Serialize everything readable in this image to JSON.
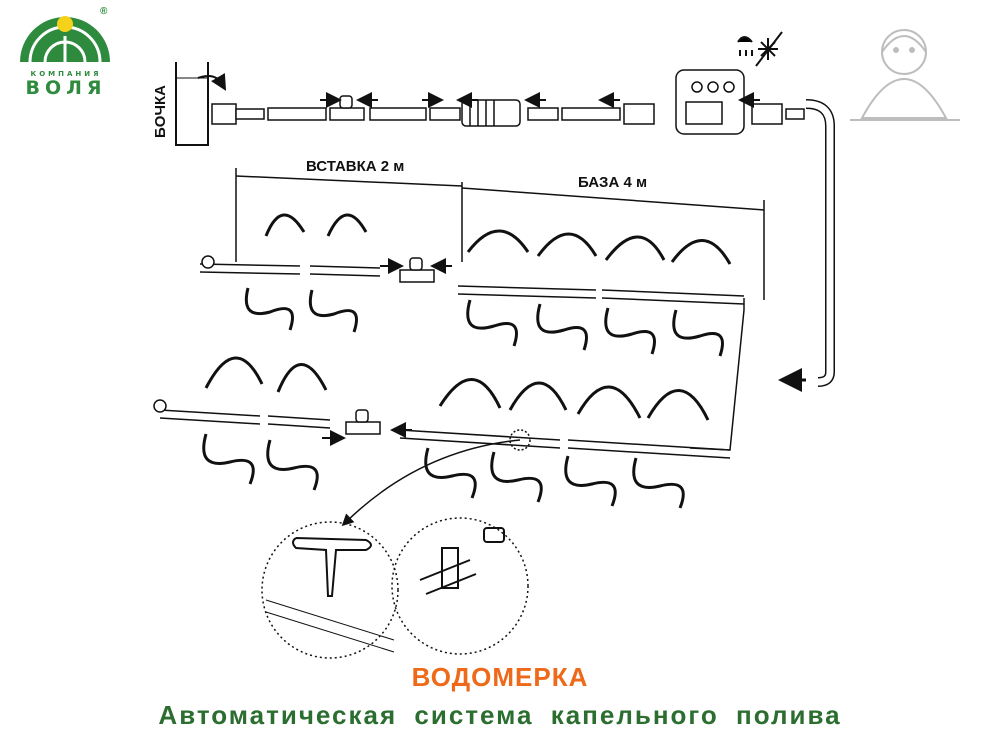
{
  "brand": {
    "company_small": "КОМПАНИЯ",
    "company_name": "ВОЛЯ",
    "registered": "®",
    "colors": {
      "green": "#2e8b3e",
      "yellow": "#f5d21a"
    }
  },
  "labels": {
    "barrel": "БОЧКА",
    "insert": "ВСТАВКА 2 м",
    "base": "БАЗА 4 м"
  },
  "footer": {
    "title": "ВОДОМЕРКА",
    "subtitle": "Автоматическая система капельного полива",
    "title_color": "#ee6a1a",
    "subtitle_color": "#2b6e2f"
  },
  "icons": [
    "rain-icon",
    "snowflake-icon",
    "mascot-icon",
    "timer-icon",
    "filter-icon",
    "valve-icon",
    "stake-icon",
    "tee-connector-icon"
  ]
}
